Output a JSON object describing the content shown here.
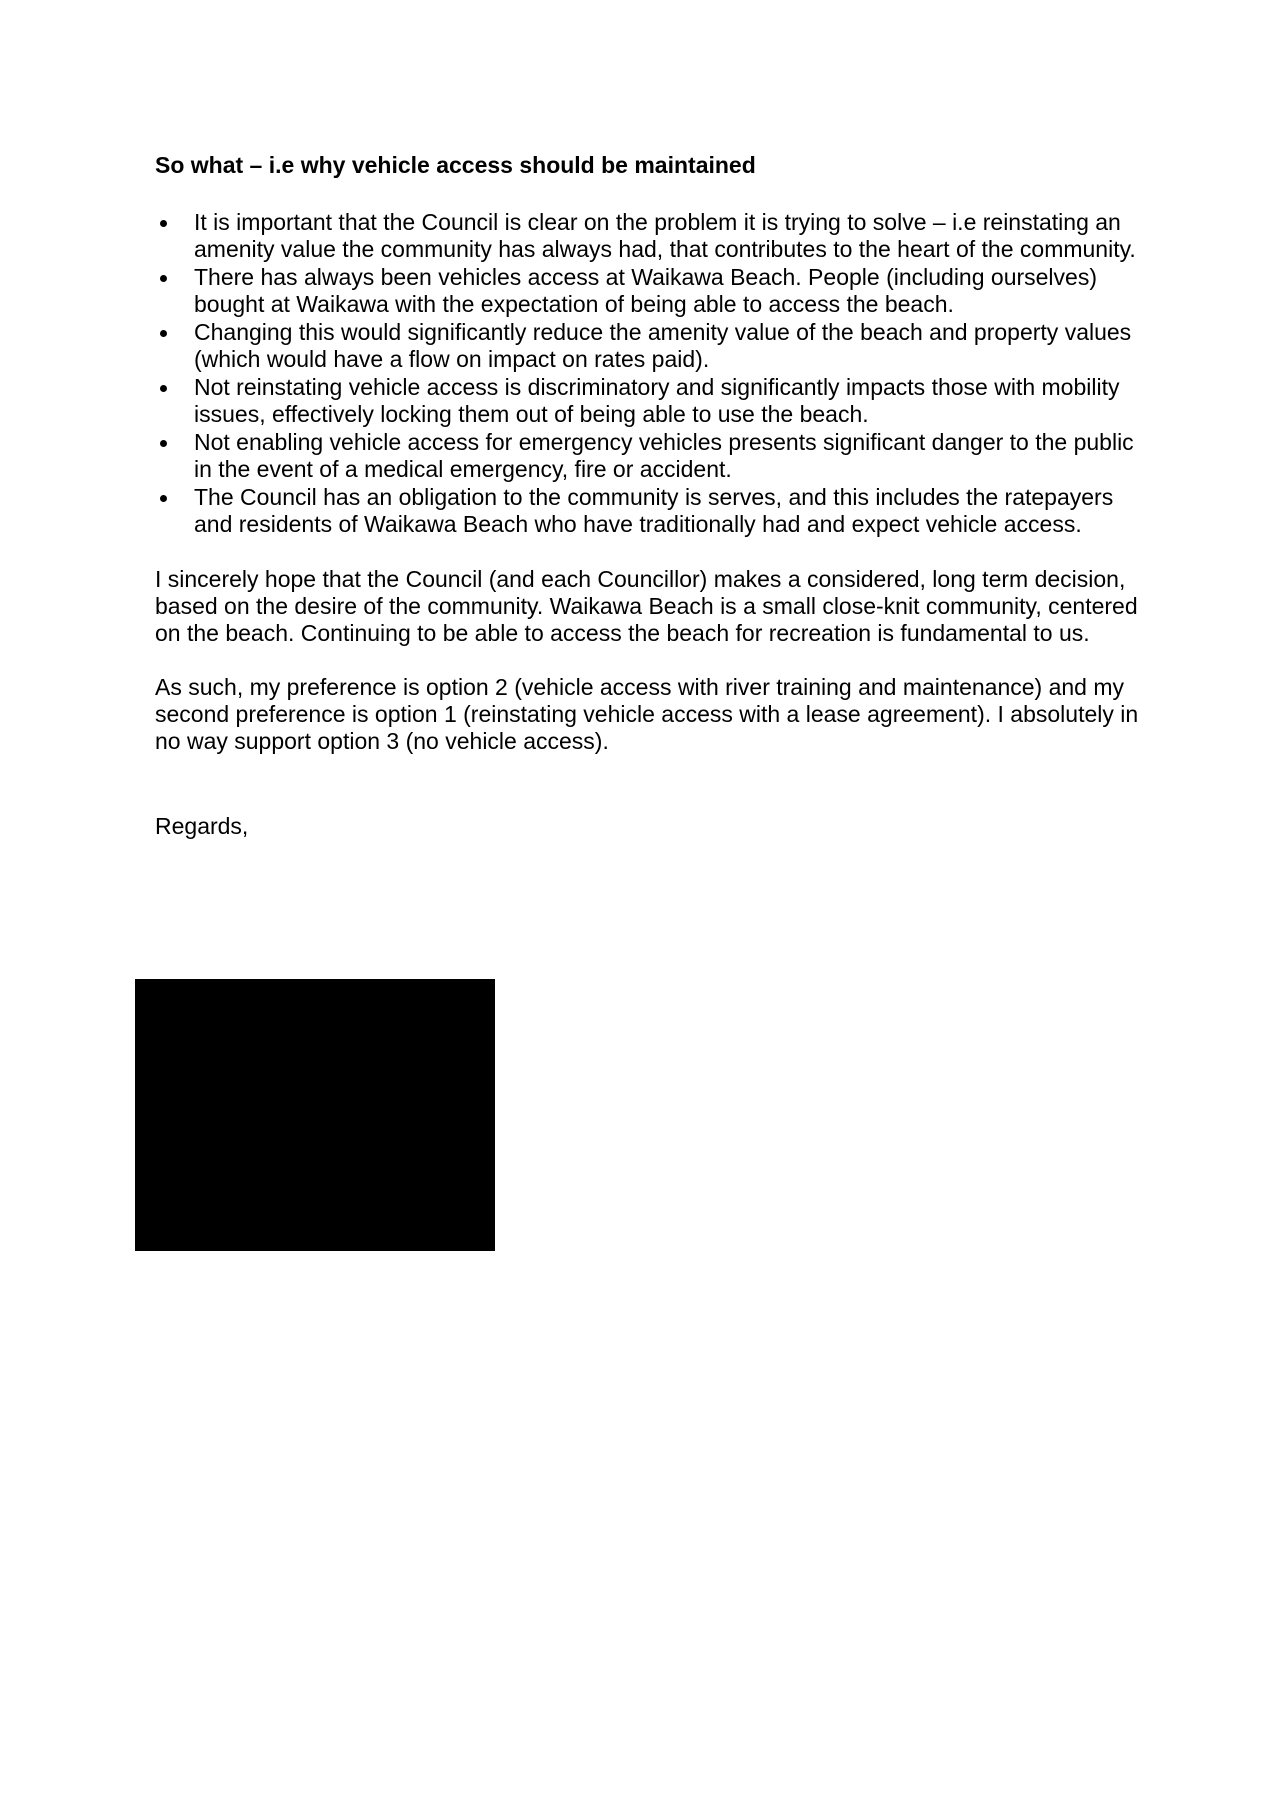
{
  "document": {
    "heading": "So what – i.e why vehicle access should be maintained",
    "bullets": [
      "It is important that the Council is clear on the problem it is trying to solve – i.e reinstating an amenity value the community has always had, that contributes to the heart of the community.",
      "There has always been vehicles access at Waikawa Beach. People (including ourselves) bought at Waikawa with the expectation of being able to access the beach.",
      "Changing this would significantly reduce the amenity value of the beach and property values (which would have a flow on impact on rates paid).",
      "Not reinstating vehicle access is discriminatory and significantly impacts those with mobility issues, effectively locking them out of being able to use the beach.",
      "Not enabling vehicle access for emergency vehicles presents significant danger to the public in the event of a medical emergency, fire or accident.",
      "The Council has an obligation to the community is serves, and this includes the ratepayers and residents of Waikawa Beach who have traditionally had and expect vehicle access."
    ],
    "paragraph_1": "I sincerely hope that the Council (and each Councillor) makes a considered, long term decision, based on the desire of the community.  Waikawa Beach is a small close-knit community, centered on the beach.  Continuing to be able to access the beach for recreation is fundamental to us.",
    "paragraph_2": "As such, my preference is option 2 (vehicle access with river training and maintenance) and my second preference is option 1 (reinstating vehicle access with a lease agreement).  I absolutely in no way support option 3 (no vehicle access).",
    "closing": "Regards,"
  }
}
